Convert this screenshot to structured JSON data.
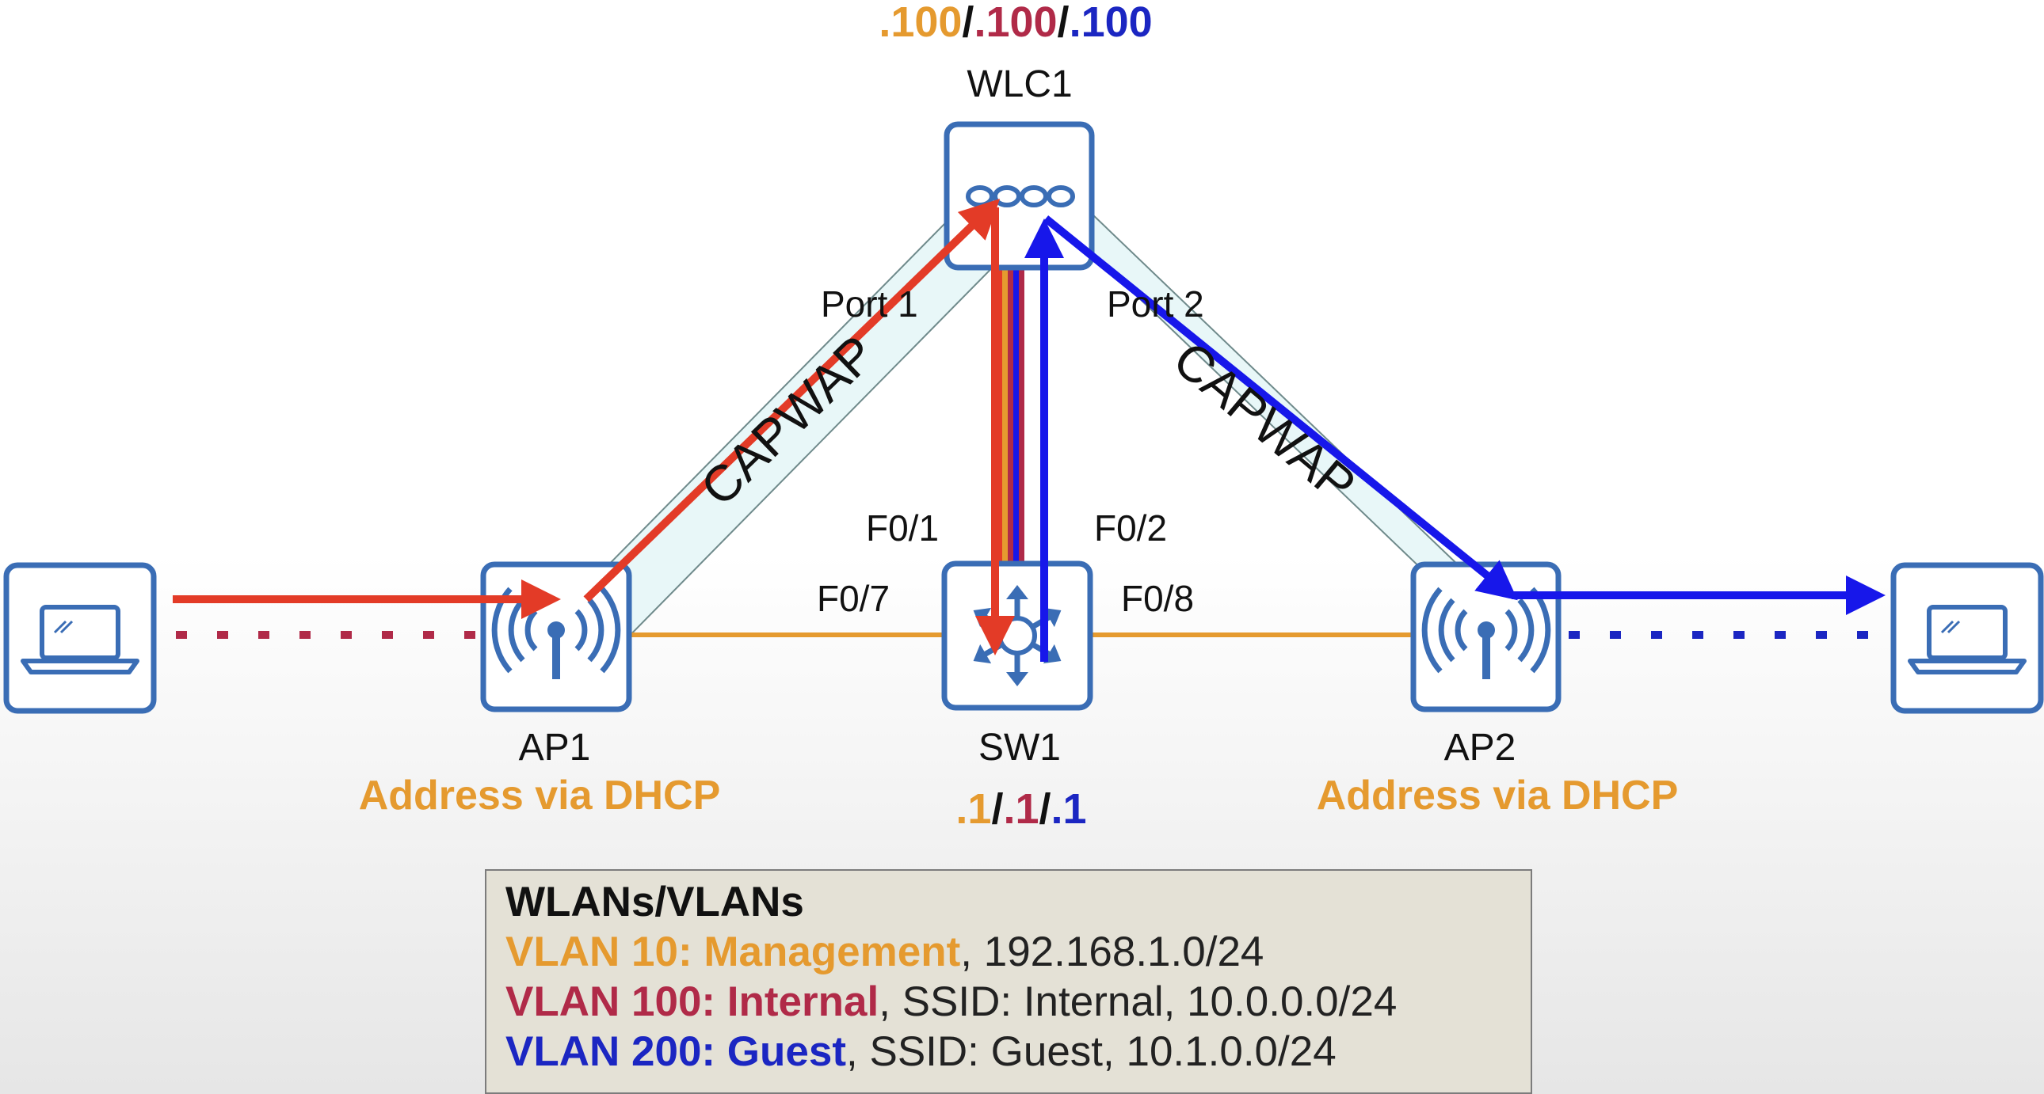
{
  "colors": {
    "mgmt": "#e59a2f",
    "internal": "#b02a48",
    "guest": "#1b26c2",
    "device_border": "#3a6db5",
    "capwap_tunnel": "#e8f7f8",
    "arrow_red": "#e33b27",
    "arrow_blue": "#1717ea",
    "trunk_red": "#e53a26",
    "legend_bg": "#e4e1d6"
  },
  "wlc": {
    "name": "WLC1",
    "ip_parts": [
      {
        "text": ".100",
        "color": "#e59a2f"
      },
      {
        "text": "/",
        "color": "#111111"
      },
      {
        "text": ".100",
        "color": "#b02a48"
      },
      {
        "text": "/",
        "color": "#111111"
      },
      {
        "text": ".100",
        "color": "#1b26c2"
      }
    ]
  },
  "sw": {
    "name": "SW1",
    "ip_parts": [
      {
        "text": ".1",
        "color": "#e59a2f"
      },
      {
        "text": "/",
        "color": "#111111"
      },
      {
        "text": ".1",
        "color": "#b02a48"
      },
      {
        "text": "/",
        "color": "#111111"
      },
      {
        "text": ".1",
        "color": "#1b26c2"
      }
    ]
  },
  "ap1": {
    "name": "AP1",
    "addr": "Address via DHCP"
  },
  "ap2": {
    "name": "AP2",
    "addr": "Address via DHCP"
  },
  "ports": {
    "port1": "Port 1",
    "port2": "Port 2",
    "f01": "F0/1",
    "f02": "F0/2",
    "f07": "F0/7",
    "f08": "F0/8"
  },
  "tunnels": {
    "left": "CAPWAP",
    "right": "CAPWAP"
  },
  "icons": {
    "wlc": "wireless-controller-icon",
    "switch": "multilayer-switch-icon",
    "ap": "access-point-icon",
    "laptop": "laptop-icon"
  },
  "legend": {
    "title": "WLANs/VLANs",
    "rows": [
      {
        "vlan": "VLAN 10: Management",
        "rest": ", 192.168.1.0/24",
        "color": "#e59a2f"
      },
      {
        "vlan": "VLAN 100: Internal",
        "rest": ", SSID: Internal, 10.0.0.0/24",
        "color": "#b02a48"
      },
      {
        "vlan": "VLAN 200: Guest",
        "rest": ", SSID: Guest, 10.1.0.0/24",
        "color": "#1b26c2"
      }
    ]
  }
}
